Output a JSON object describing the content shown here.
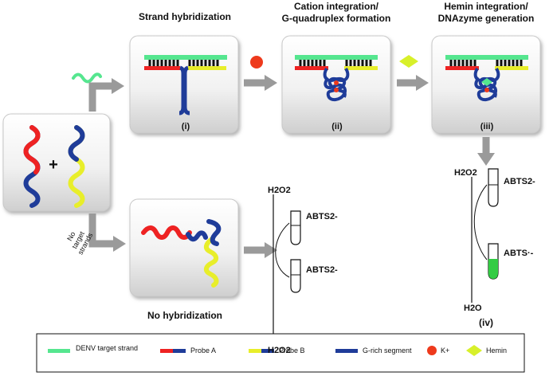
{
  "steps": {
    "hybridization": {
      "title": "Strand hybridization",
      "label": "(i)"
    },
    "cation": {
      "title_line1": "Cation integration/",
      "title_line2": "G-quadruplex formation",
      "label": "(ii)"
    },
    "hemin": {
      "title_line1": "Hemin integration/",
      "title_line2": "DNAzyme generation",
      "label": "(iii)"
    },
    "no_hybridization": {
      "title": "No hybridization"
    },
    "detection": {
      "label": "(iv)"
    }
  },
  "plus_sign": "+",
  "no_target_label": [
    "No",
    "target",
    "strands"
  ],
  "reaction_left": {
    "top": "H2O2",
    "product": "H2O2",
    "tube_top_label": "ABTS2-",
    "tube_bottom_label": "ABTS2-"
  },
  "reaction_right": {
    "top": "H2O2",
    "bottom": "H2O",
    "tube_top_label": "ABTS2-",
    "tube_bottom_label": "ABTS·-"
  },
  "legend": {
    "dengue_target": "DENV target strand",
    "probe_a": "Probe A",
    "probe_b": "Probe B",
    "g_rich": "G-rich segment",
    "cation": "K+",
    "hemin": "Hemin"
  },
  "colors": {
    "target_green": "#55e68f",
    "probe_red": "#ee2222",
    "probe_blue": "#1f3c99",
    "probe_yellow": "#e8ee2a",
    "cation_red": "#ee3a1c",
    "hemin_yellow": "#d8f02a",
    "tube_fill_green": "#33cc44",
    "arrow_grey": "#9a9a9a"
  }
}
